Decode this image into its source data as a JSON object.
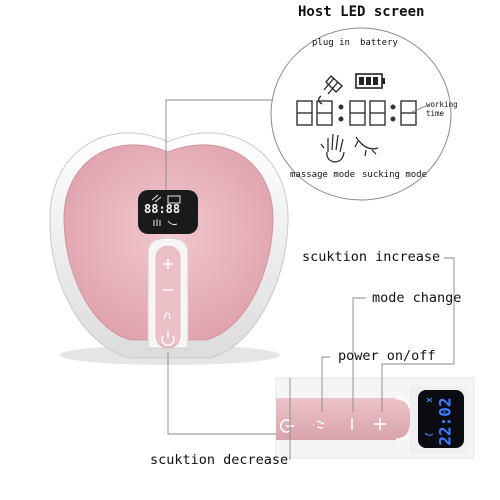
{
  "title": "Host LED screen",
  "led_labels": {
    "plug_in": "plug in",
    "battery": "battery",
    "working_time": "working time",
    "massage_mode": "massage mode",
    "sucking_mode": "sucking mode"
  },
  "callouts": {
    "suction_increase": "scuktion increase",
    "mode_change": "mode change",
    "power": "power on/off",
    "suction_decrease": "scuktion decrease"
  },
  "device_display": "88:88",
  "closeup_display": "22:02",
  "icons": [
    "plug-icon",
    "battery-icon",
    "massage-hand-icon",
    "sucking-mode-icon",
    "plus-icon",
    "minus-icon",
    "mode-icon",
    "power-icon"
  ],
  "colors": {
    "device_pink": "#e8b3bb",
    "device_white": "#f4f3f2",
    "led_blue": "#3c7cff"
  }
}
